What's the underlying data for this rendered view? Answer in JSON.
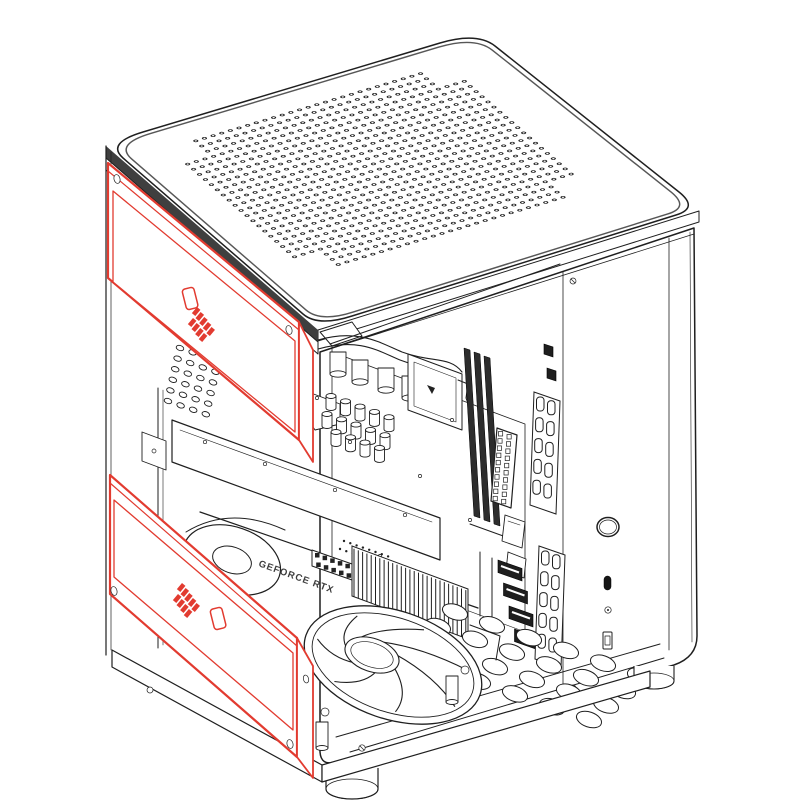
{
  "illustration": {
    "type": "isometric-technical-line-drawing",
    "subject": "mini-itx-pc-case-with-side-panels-exploded",
    "colors": {
      "background": "#ffffff",
      "line": "#1f1f1f",
      "shade": "#3f3f3f",
      "highlight": "#e23b30"
    },
    "labels": {
      "gpu": "GEFORCE RTX"
    },
    "icons": {
      "brand_logo": "brand-logo-mark",
      "top_vent": "perforation-dot-grid",
      "power": "power-button-ring",
      "usb_c": "usb-c-port",
      "audio": "audio-jack",
      "usb_a": "usb-a-port"
    },
    "parts": [
      "perforated-top-panel",
      "highlighted-side-panel-upper",
      "highlighted-side-panel-lower",
      "motherboard",
      "ram-modules",
      "atx-24pin-connector",
      "capacitor-bank",
      "cpu-socket",
      "graphics-card",
      "heatsink-fins",
      "case-fan",
      "vented-floor",
      "front-io-panel",
      "case-feet"
    ]
  }
}
